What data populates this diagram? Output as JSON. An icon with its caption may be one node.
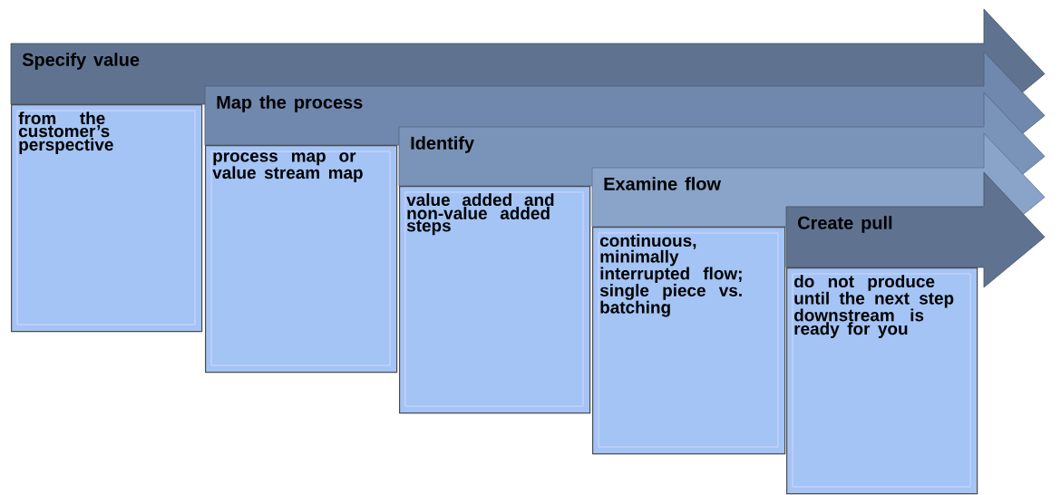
{
  "diagram": {
    "nodes": [
      {
        "text": [
          "Specify value"
        ]
      },
      {
        "text": [
          "from the customer’s perspective"
        ]
      },
      {
        "text": [
          "Map the process"
        ]
      },
      {
        "text": [
          "process map or value stream map"
        ]
      },
      {
        "text": [
          "Identify"
        ]
      },
      {
        "text": [
          "value added and non-value added steps"
        ]
      },
      {
        "text": [
          "Examine flow"
        ]
      },
      {
        "text": [
          "continuous, minimally interrupted flow; single piece vs. batching"
        ]
      },
      {
        "text": [
          "Create pull"
        ]
      },
      {
        "text": [
          "do not produce until the next step downstream is ready for you"
        ]
      }
    ],
    "edges": []
  }
}
